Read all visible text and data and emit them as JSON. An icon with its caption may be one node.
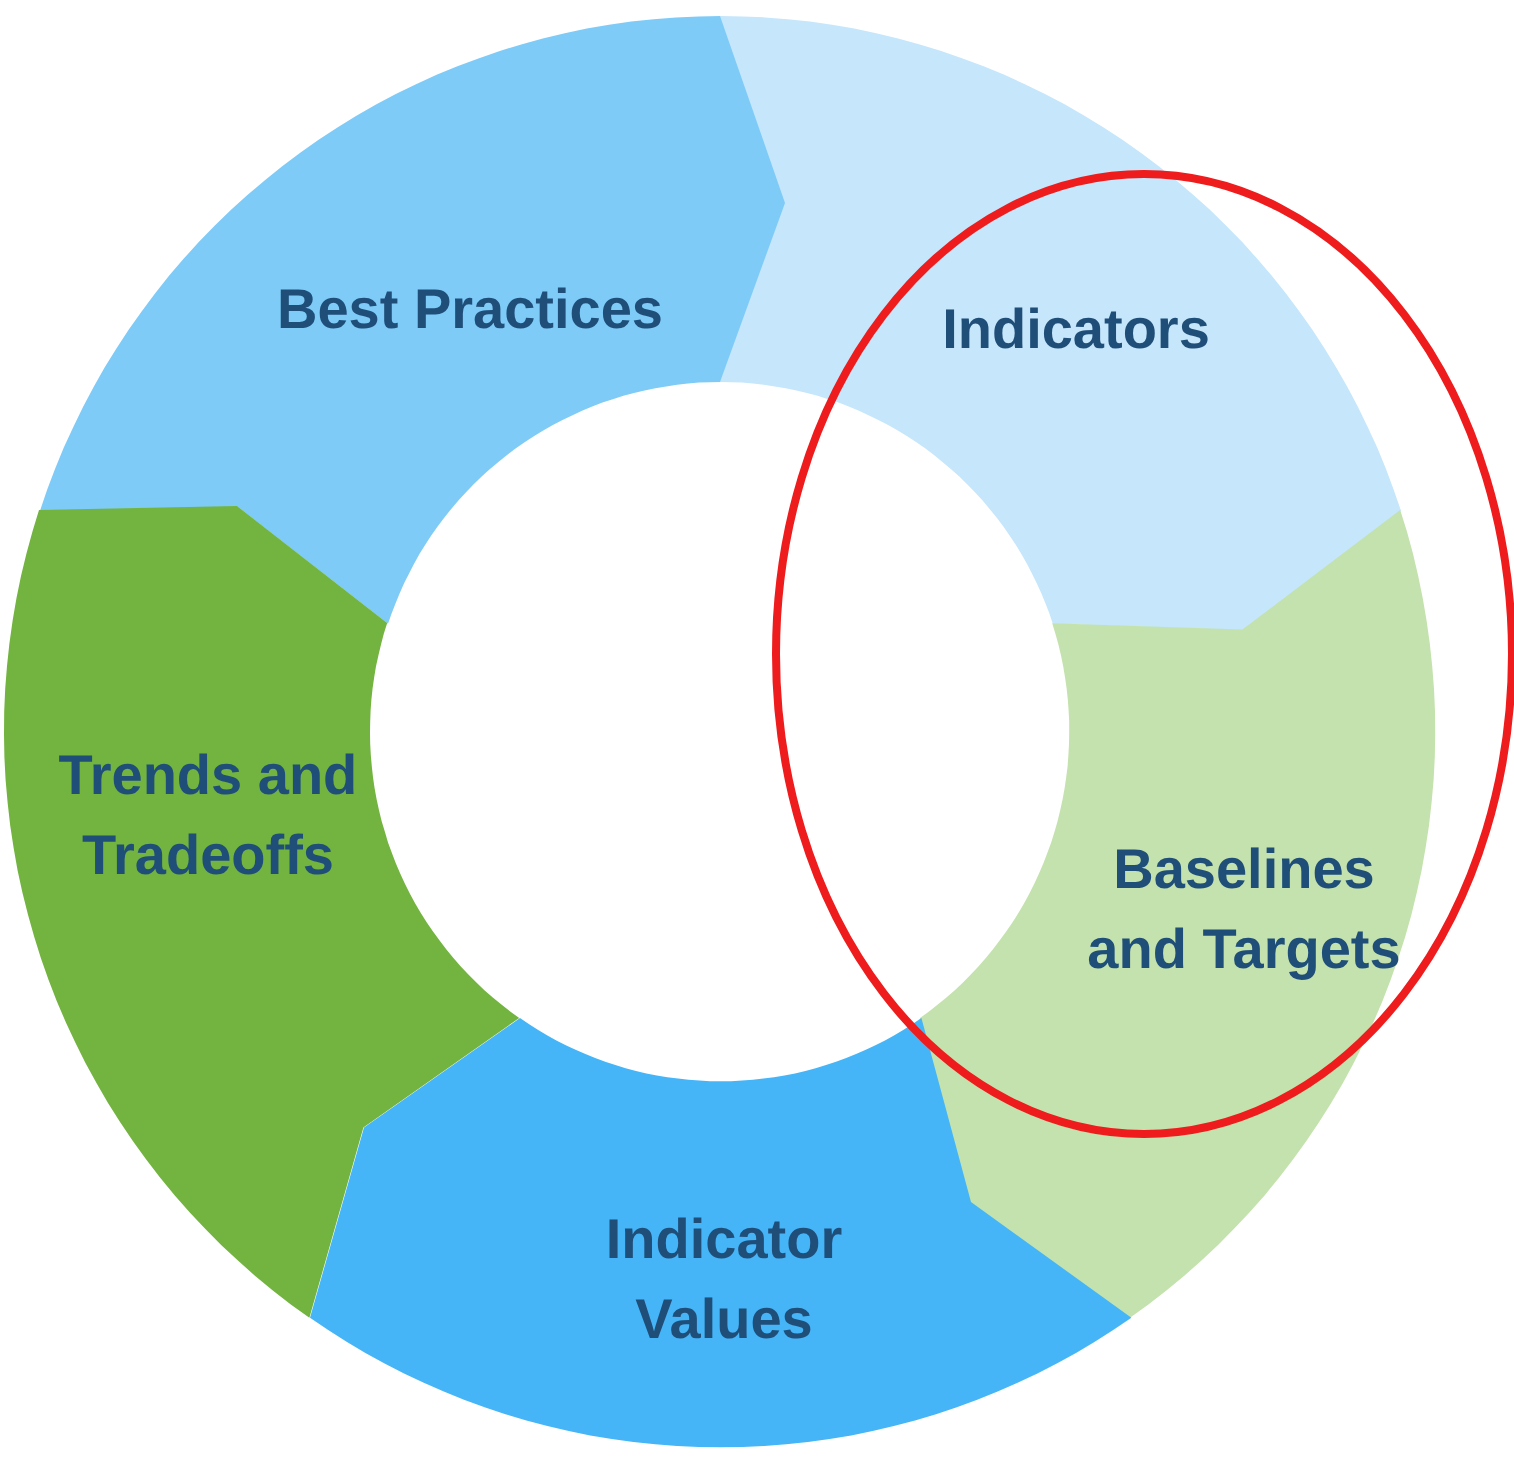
{
  "diagram": {
    "nodes": [
      {
        "text": [
          "Best Practices"
        ]
      },
      {
        "text": [
          "Indicators"
        ]
      },
      {
        "text": [
          "Baselines and Targets"
        ]
      },
      {
        "text": [
          "Indicator Values"
        ]
      },
      {
        "text": [
          "Trends and Tradeoffs"
        ]
      }
    ]
  }
}
